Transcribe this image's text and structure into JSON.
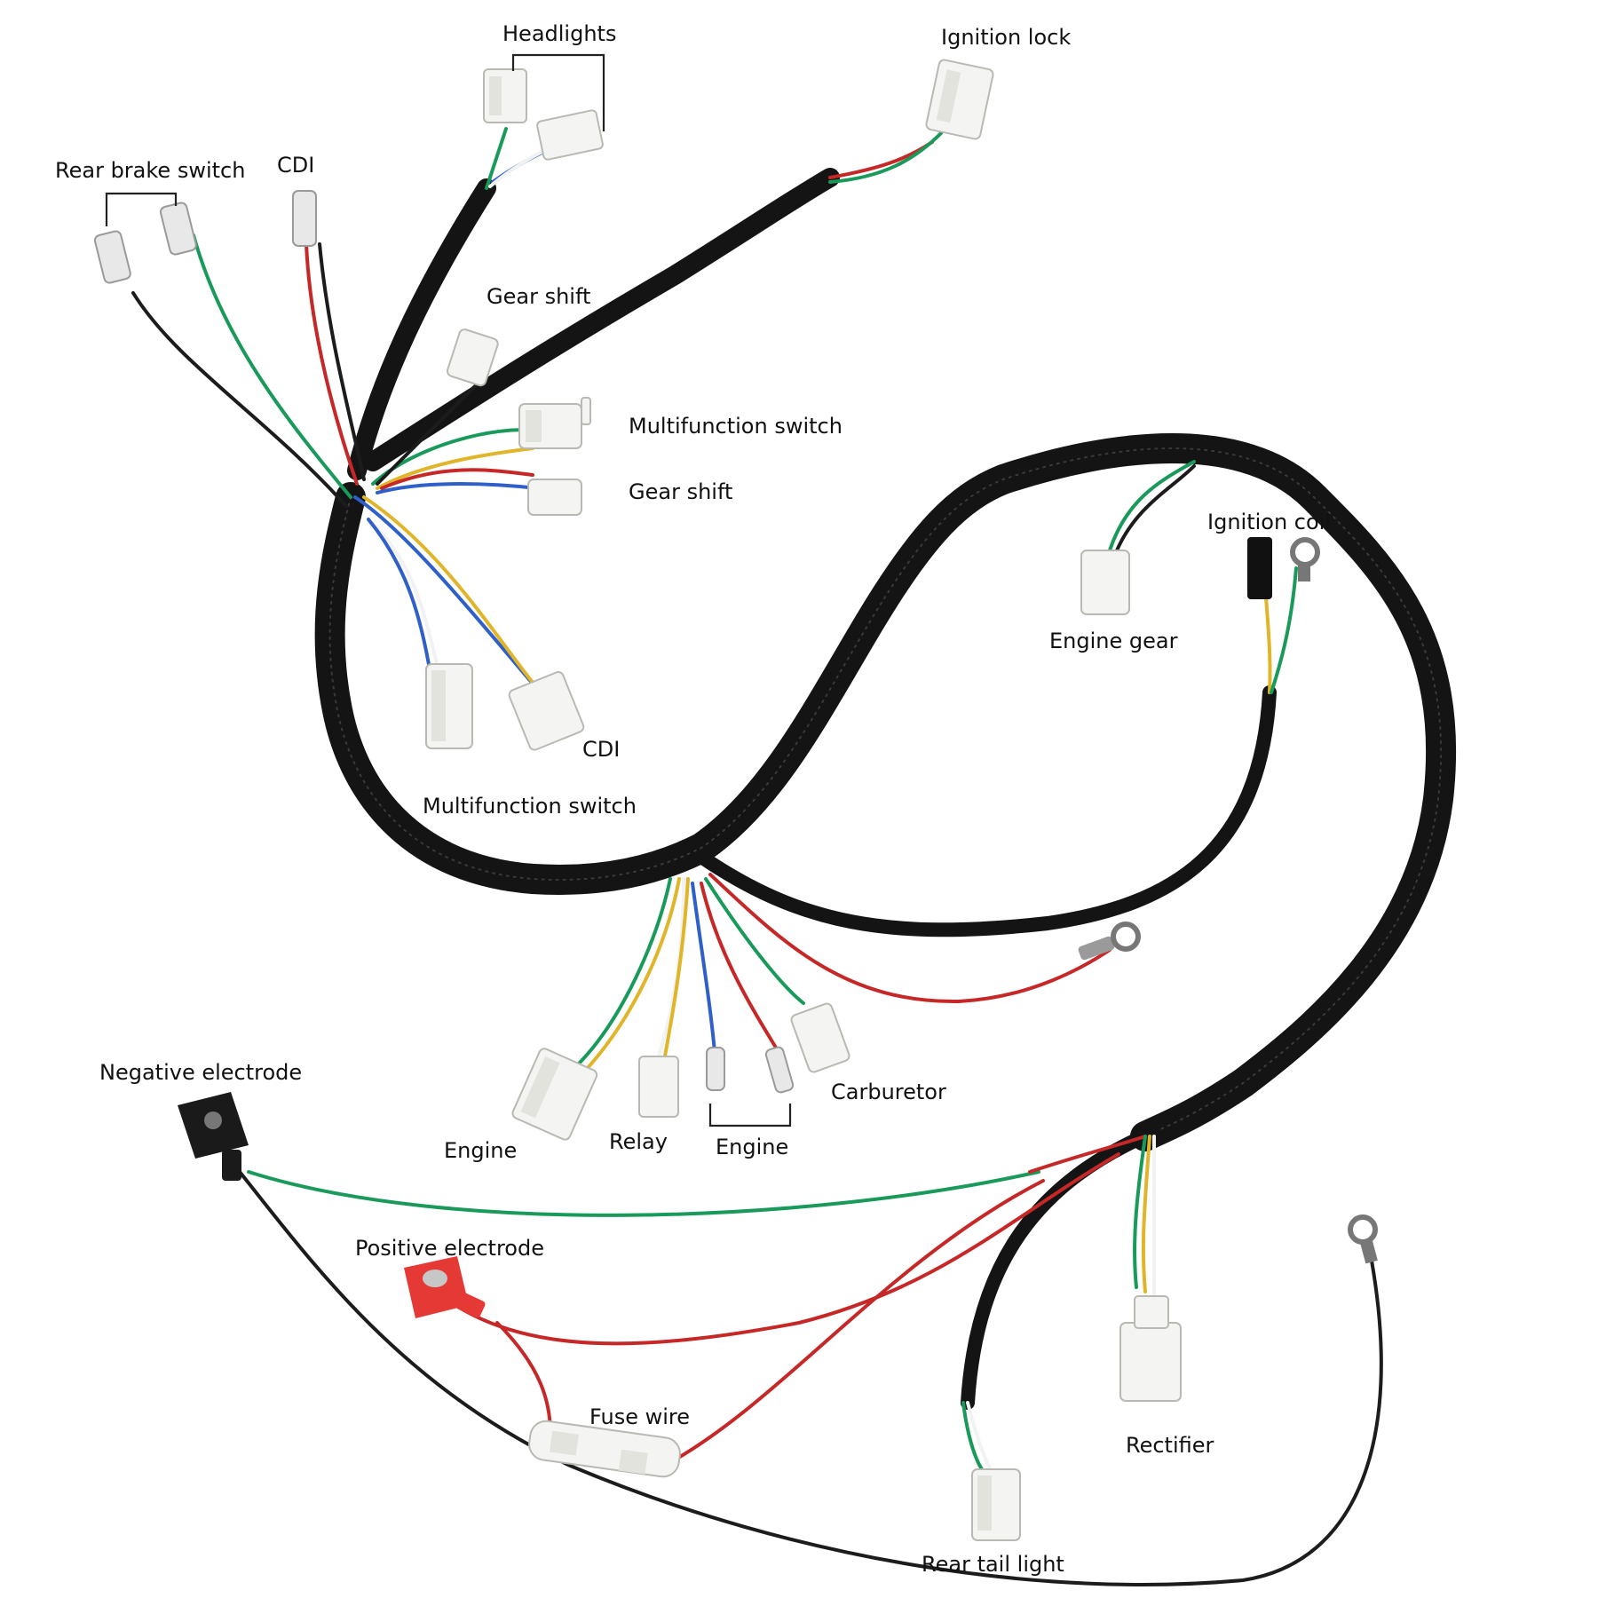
{
  "labels": {
    "headlights": "Headlights",
    "ignition_lock": "Ignition lock",
    "rear_brake_switch": "Rear brake switch",
    "cdi_top": "CDI",
    "gear_shift_top": "Gear shift",
    "multifunction_switch_top": "Multifunction switch",
    "gear_shift_mid": "Gear shift",
    "ignition_coil": "Ignition coil",
    "engine_gear": "Engine gear",
    "cdi_mid": "CDI",
    "multifunction_switch_bottom": "Multifunction switch",
    "negative_electrode": "Negative electrode",
    "carburetor": "Carburetor",
    "engine_left": "Engine",
    "relay": "Relay",
    "engine_pair": "Engine",
    "positive_electrode": "Positive electrode",
    "fuse_wire": "Fuse wire",
    "rectifier": "Rectifier",
    "rear_tail_light": "Rear tail light"
  },
  "colors": {
    "sleeve": "#141414",
    "wire_black": "#1c1c1c",
    "wire_red": "#c62828",
    "wire_green": "#1a9a5a",
    "wire_blue": "#2f5fc8",
    "wire_yellow": "#e0b52a",
    "wire_white": "#f2f2f2",
    "connector": "#f4f4f2",
    "negative_terminal": "#1a1a1a",
    "positive_terminal": "#e53935"
  }
}
